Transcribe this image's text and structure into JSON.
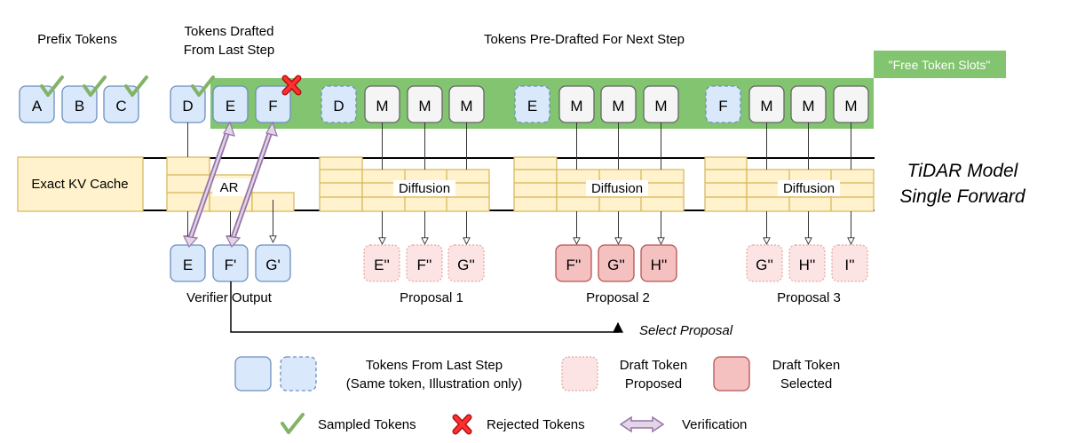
{
  "headings": {
    "prefix": "Prefix Tokens",
    "drafted_line1": "Tokens Drafted",
    "drafted_line2": "From Last Step",
    "predrafted": "Tokens Pre-Drafted For Next Step",
    "free_slots": "\"Free Token Slots\""
  },
  "prefix_tokens": [
    "A",
    "B",
    "C"
  ],
  "drafted_tokens": [
    "D",
    "E",
    "F"
  ],
  "slot_groups": [
    {
      "dashed": "D",
      "masks": [
        "M",
        "M",
        "M"
      ]
    },
    {
      "dashed": "E",
      "masks": [
        "M",
        "M",
        "M"
      ]
    },
    {
      "dashed": "F",
      "masks": [
        "M",
        "M",
        "M"
      ]
    }
  ],
  "model": {
    "kv_cache": "Exact KV Cache",
    "ar": "AR",
    "diffusion": "Diffusion",
    "title_line1": "TiDAR Model",
    "title_line2": "Single Forward"
  },
  "verifier": {
    "tokens": [
      "E",
      "F'",
      "G'"
    ],
    "label": "Verifier Output"
  },
  "proposals": [
    {
      "tokens": [
        "E''",
        "F''",
        "G''"
      ],
      "label": "Proposal 1",
      "selected": false
    },
    {
      "tokens": [
        "F''",
        "G''",
        "H''"
      ],
      "label": "Proposal 2",
      "selected": true
    },
    {
      "tokens": [
        "G''",
        "H''",
        "I''"
      ],
      "label": "Proposal 3",
      "selected": false
    }
  ],
  "select_proposal": "Select Proposal",
  "legend": {
    "last_step_line1": "Tokens From Last Step",
    "last_step_line2": "(Same token, Illustration only)",
    "proposed_line1": "Draft Token",
    "proposed_line2": "Proposed",
    "selected_line1": "Draft Token",
    "selected_line2": "Selected",
    "sampled": "Sampled Tokens",
    "rejected": "Rejected Tokens",
    "verification": "Verification"
  },
  "colors": {
    "token_blue_fill": "#dae8fc",
    "token_blue_stroke": "#6c8ebf",
    "mask_fill": "#f5f5f5",
    "mask_stroke": "#666666",
    "green_band": "#82c46f",
    "model_fill": "#fff2cc",
    "model_stroke": "#d6b656",
    "proposal_light_fill": "#fce4e4",
    "proposal_light_stroke": "#e8a8a8",
    "selected_fill": "#f4c0c0",
    "selected_stroke": "#b85450",
    "check": "#82b366",
    "cross": "#e02020",
    "verify_arrow": "#9673a6"
  }
}
